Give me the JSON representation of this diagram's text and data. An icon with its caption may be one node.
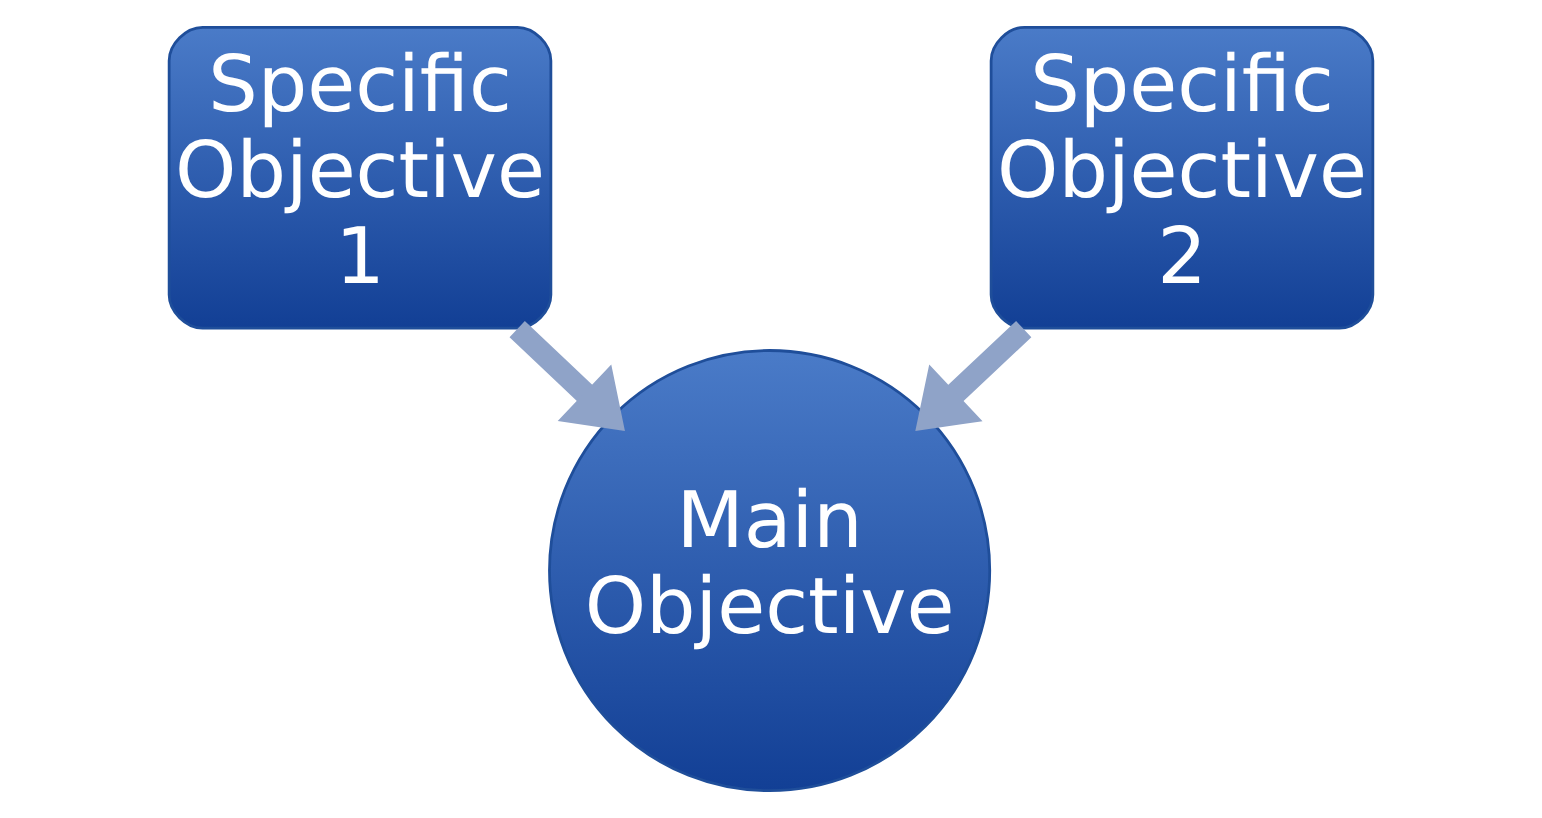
{
  "diagram": {
    "nodes": [
      {
        "text": [
          "Specific Objective 1"
        ]
      },
      {
        "text": [
          "Specific Objective 2"
        ]
      },
      {
        "text": [
          "Main Objective"
        ]
      }
    ],
    "edges": [
      {
        "from": 0,
        "to": 2,
        "arrow": "to"
      },
      {
        "from": 1,
        "to": 2,
        "arrow": "to"
      }
    ]
  }
}
